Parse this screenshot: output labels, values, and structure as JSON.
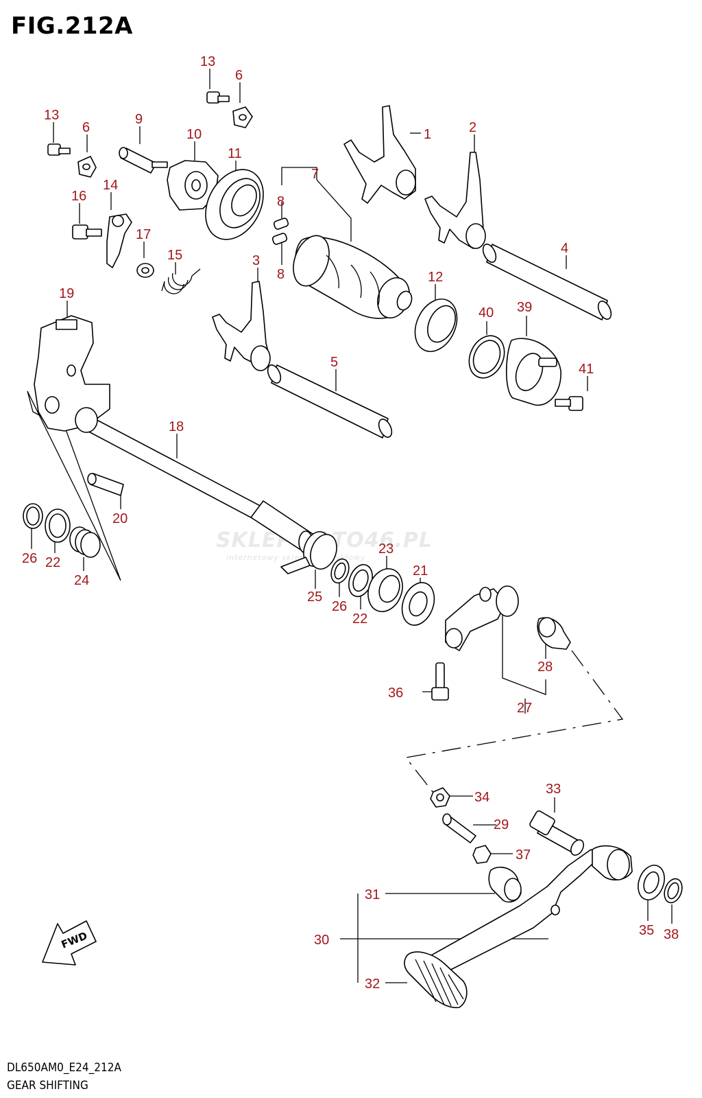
{
  "figure": {
    "title": "FIG.212A",
    "model_code": "DL650AM0_E24_212A",
    "section_name": "GEAR SHIFTING"
  },
  "watermark": {
    "main": "SKLEPMOTO46.PL",
    "sub": "internetowy sklep motocyklowy"
  },
  "fwd_label": "FWD",
  "callouts": [
    "1",
    "2",
    "3",
    "4",
    "5",
    "6",
    "6",
    "7",
    "8",
    "8",
    "9",
    "10",
    "11",
    "12",
    "13",
    "13",
    "14",
    "15",
    "16",
    "17",
    "18",
    "19",
    "20",
    "21",
    "22",
    "22",
    "23",
    "24",
    "25",
    "26",
    "26",
    "27",
    "28",
    "29",
    "30",
    "31",
    "32",
    "33",
    "34",
    "35",
    "36",
    "37",
    "38",
    "39",
    "40",
    "41"
  ]
}
